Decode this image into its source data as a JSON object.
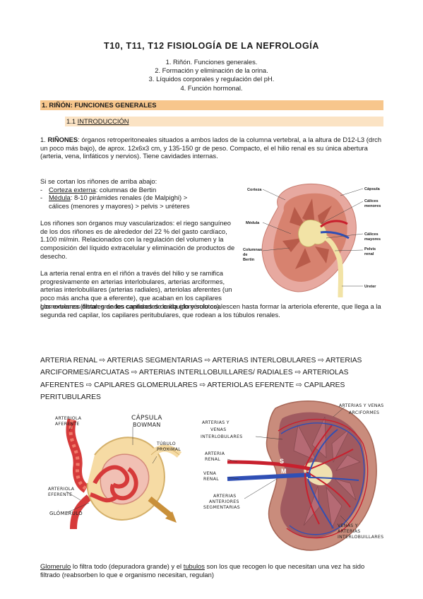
{
  "title": "T10, T11, T12 FISIOLOGÍA DE LA NEFROLOGÍA",
  "toc": [
    "1. Riñón. Funciones generales.",
    "2. Formación y eliminación de la orina.",
    "3. Líquidos corporales y regulación del pH.",
    "4. Función hormonal."
  ],
  "section": {
    "heading": "1. RIÑÓN: FUNCIONES GENERALES"
  },
  "subsection": {
    "number": "1.1 ",
    "label": "INTRODUCCIÓN"
  },
  "p1": {
    "num": "1. ",
    "term": "RIÑONES",
    "text": ": órganos retroperitoneales situados a ambos lados de la columna vertebral, a la altura de D12-L3 (drch un poco más bajo), de aprox. 12x6x3 cm, y 135-150 gr de peso. Compacto, el el hilio renal es su única abertura (arteria, vena, linfáticos y nervios). Tiene cavidades internas."
  },
  "p2": {
    "intro": "Si se cortan los riñones de arriba abajo:",
    "item1_term": "Corteza externa",
    "item1_text": ": columnas de Bertin",
    "item2_term": "Médula",
    "item2_text": ": 8-10 pirámides renales (de Malpighi) >",
    "item2_cont": "cálices (menores y mayores) > pelvis > uréteres"
  },
  "p3": "Los riñones son órganos muy vascularizados: el riego sanguíneo de los dos riñones es de alrededor del 22 % del gasto cardíaco, 1.100 ml/min. Relacionados con la regulación del volumen y la composición del líquido extracelular y eliminación de productos de desecho.",
  "p4": "La arteria renal entra en el riñón a través del hilio y se ramifica progresivamente en arterias interlobulares, arterias arciformes, arterias interlobulilares (arterias radiales), arteriolas aferentes (un poco más ancha que a eferente), que acaban en los capilares glomerulares (filtran grandes cantidades de líquido y solutos).",
  "p5": "Los extremos distales de los capilares de cada glomérulo coalescen hasta formar la arteriola eferente, que llega a la segunda red capilar, los capilares peritubulares, que rodean a los túbulos renales.",
  "flow": {
    "line1": "ARTERIA RENAL ⇨ ARTERIAS SEGMENTARIAS ⇨ ARTERIAS INTERLOBULARES ⇨ ARTERIAS",
    "line2": "ARCIFORMES/ARCUATAS ⇨ ARTERIAS INTERLLOBUILLARES/ RADIALES ⇨ ARTERIOLAS",
    "line3": "AFERENTES ⇨ CAPILARES GLOMERULARES ⇨ ARTERIOLAS EFERENTE ⇨ CAPILARES",
    "line4": "PERITUBULARES"
  },
  "footer": {
    "term1": "Glomerulo",
    "text1": " lo filtra todo (depuradora grande) y el ",
    "term2": "tubulos",
    "text2": " son los que recogen lo que necesitan una vez ha sido filtrado (reabsorben lo que e organismo necesitan, regulan)"
  },
  "fig_kidney": {
    "labels": {
      "corteza": "Corteza",
      "capsula": "Cápsula",
      "calices_menores_1": "Cálices",
      "calices_menores_2": "menores",
      "medula": "Médula",
      "calices_mayores_1": "Cálices",
      "calices_mayores_2": "mayores",
      "columnas_1": "Columnas",
      "columnas_2": "de",
      "columnas_3": "Bertin",
      "pelvis_1": "Pelvis",
      "pelvis_2": "renal",
      "ureter": "Ureter"
    }
  },
  "fig_glomerulus": {
    "labels": {
      "aferente_1": "ARTERIOLA",
      "aferente_2": "AFERENTE",
      "capsula_1": "CÁPSULA",
      "capsula_2": "BOWMAN",
      "tubulo_1": "TÚBULO",
      "tubulo_2": "PROXIMAL",
      "eferente_1": "ARTERIOLA",
      "eferente_2": "EFERENTE",
      "glomerulo": "GLÓMERULO"
    }
  },
  "fig_vessels": {
    "labels": {
      "arcif_1": "ARTERIAS Y VENAS",
      "arcif_2": "ARCIFORMES",
      "interlob_1": "ARTERIAS Y",
      "interlob_2": "VENAS",
      "interlob_3": "INTERLOBULARES",
      "art_renal_1": "ARTERIA",
      "art_renal_2": "RENAL",
      "vena_renal_1": "VENA",
      "vena_renal_2": "RENAL",
      "segm_1": "ARTERIAS",
      "segm_2": "ANTERIORES",
      "segm_3": "SEGMENTARIAS",
      "interlobul_1": "VENAS Y",
      "interlobul_2": "ARTERIAS",
      "interlobul_3": "INTERLOBUILLARES",
      "s": "S",
      "m": "M"
    }
  },
  "colors": {
    "section_bar": "#f7c68c",
    "subsection_bar": "#fbe3c4",
    "artery": "#c8202e",
    "vein": "#2f4fb5"
  }
}
